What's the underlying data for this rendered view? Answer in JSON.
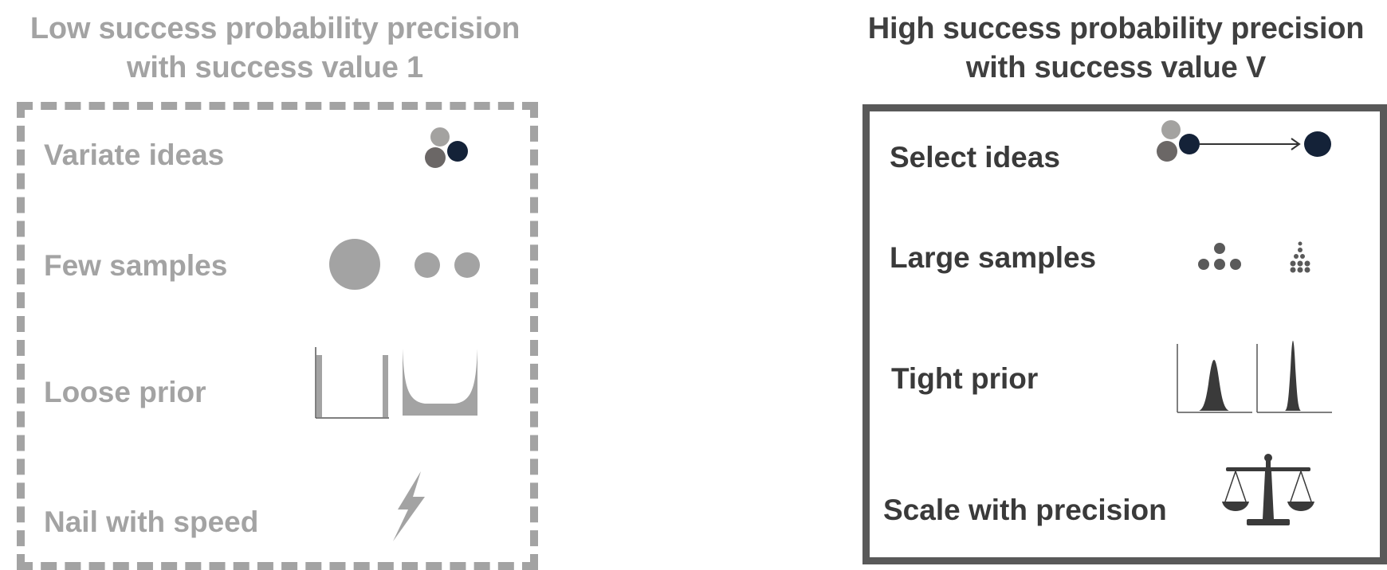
{
  "left_panel": {
    "title_line1": "Low success probability precision",
    "title_line2": "with success value 1",
    "items": [
      {
        "label": "Variate ideas",
        "icon": "idea-dots-icon"
      },
      {
        "label": "Few samples",
        "icon": "few-circles-icon"
      },
      {
        "label": "Loose prior",
        "icon": "loose-prior-plots-icon"
      },
      {
        "label": "Nail with speed",
        "icon": "lightning-icon"
      }
    ]
  },
  "right_panel": {
    "title_line1": "High success probability precision",
    "title_line2": "with success value V",
    "items": [
      {
        "label": "Select ideas",
        "icon": "idea-select-arrow-icon"
      },
      {
        "label": "Large samples",
        "icon": "many-dots-icon"
      },
      {
        "label": "Tight prior",
        "icon": "tight-prior-plots-icon"
      },
      {
        "label": "Scale with precision",
        "icon": "balance-scale-icon"
      }
    ]
  },
  "colors": {
    "left_gray": "#a3a3a3",
    "right_dark": "#3a3a3a",
    "idea_navy": "#142238",
    "idea_gray": "#6b6766",
    "idea_light": "#a3a2a0"
  }
}
